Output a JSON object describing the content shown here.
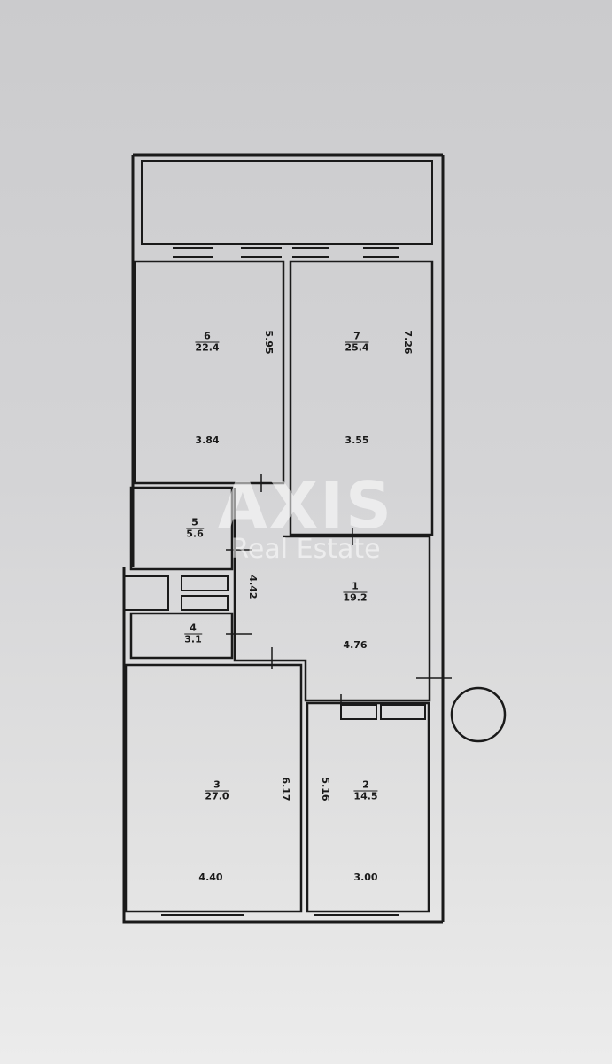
{
  "rooms": [
    {
      "number": "6",
      "area": "22.4",
      "width": "3.84",
      "length": "5.95"
    },
    {
      "number": "7",
      "area": "25.4",
      "width": "3.55",
      "length": "7.26"
    },
    {
      "number": "5",
      "area": "5.6"
    },
    {
      "number": "1",
      "area": "19.2",
      "width": "4.76",
      "length": "4.42"
    },
    {
      "number": "4",
      "area": "3.1"
    },
    {
      "number": "3",
      "area": "27.0",
      "width": "4.40",
      "length": "6.17"
    },
    {
      "number": "2",
      "area": "14.5",
      "width": "3.00",
      "length": "5.16"
    }
  ],
  "watermark": {
    "brand": "AXIS",
    "subtitle": "Real Estate"
  },
  "colors": {
    "line": "#1a1a1a",
    "paper": "#d0d0d2"
  }
}
